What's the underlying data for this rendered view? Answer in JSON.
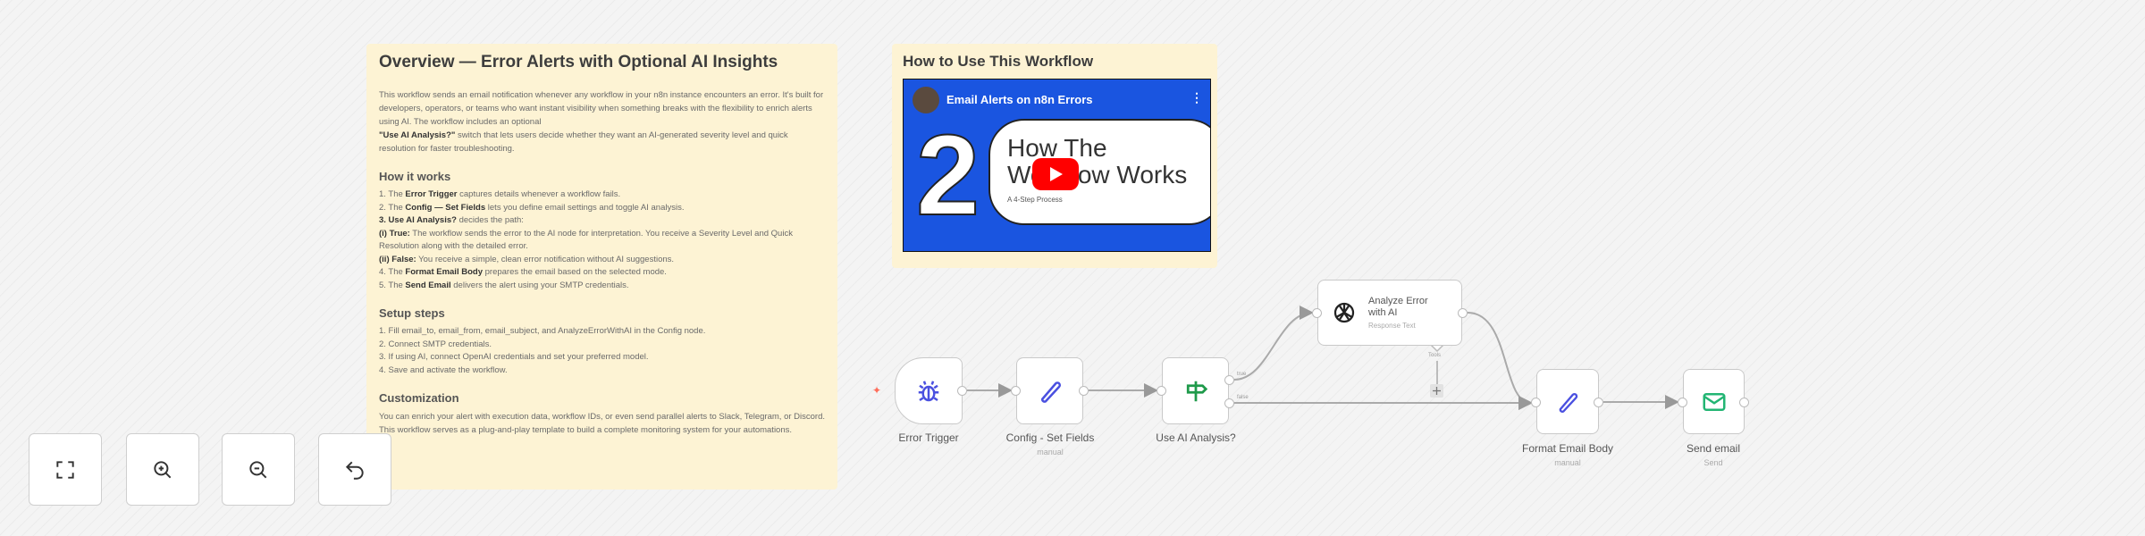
{
  "overview_note": {
    "title": "Overview — Error Alerts with Optional AI Insights",
    "intro": "This workflow sends an email notification whenever any workflow in your n8n instance encounters an error. It's built for developers, operators, or teams who want instant visibility when something breaks with the flexibility to enrich alerts using AI. The workflow includes an optional",
    "intro_bold": "\"Use AI Analysis?\"",
    "intro_end": " switch that lets users decide whether they want an AI-generated severity level and quick resolution for faster troubleshooting.",
    "how_title": "How it works",
    "how": [
      {
        "pre": "1. The ",
        "bold": "Error Trigger",
        "text": " captures details whenever a workflow fails."
      },
      {
        "pre": "2. The ",
        "bold": "Config — Set Fields",
        "text": " lets you define email settings and toggle AI analysis."
      },
      {
        "pre": "",
        "bold": "3. Use AI Analysis?",
        "text": " decides the path:"
      },
      {
        "pre": "",
        "bold": "(i) True:",
        "text": " The workflow sends the error to the AI node for interpretation. You receive a Severity Level and Quick Resolution along with the detailed error."
      },
      {
        "pre": "",
        "bold": "(ii) False:",
        "text": " You receive a simple, clean error notification without AI suggestions."
      },
      {
        "pre": "4. The ",
        "bold": "Format Email Body",
        "text": " prepares the email based on the selected mode."
      },
      {
        "pre": "5. The ",
        "bold": "Send Email",
        "text": " delivers the alert using your SMTP credentials."
      }
    ],
    "setup_title": "Setup steps",
    "setup": [
      "1. Fill email_to, email_from, email_subject, and AnalyzeErrorWithAI in the Config node.",
      "2. Connect SMTP credentials.",
      "3. If using AI, connect OpenAI credentials and set your preferred model.",
      "4. Save and activate the workflow."
    ],
    "custom_title": "Customization",
    "custom": "You can enrich your alert with execution data, workflow IDs, or even send parallel alerts to Slack, Telegram, or Discord. This workflow serves as a plug-and-play template to build a complete monitoring system for your automations."
  },
  "video_note": {
    "title": "How to Use This Workflow",
    "video_title": "Email Alerts on n8n Errors",
    "thumb_number": "2",
    "thumb_text": "How The Workflow Works",
    "thumb_sub": "A 4-Step Process"
  },
  "nodes": {
    "error_trigger": {
      "label": "Error Trigger"
    },
    "config": {
      "label": "Config - Set Fields",
      "sub": "manual"
    },
    "use_ai": {
      "label": "Use AI Analysis?",
      "out_true": "true",
      "out_false": "false"
    },
    "analyze": {
      "label": "Analyze Error with AI",
      "sub": "Response Text",
      "tools": "Tools"
    },
    "format": {
      "label": "Format Email Body",
      "sub": "manual"
    },
    "send": {
      "label": "Send email",
      "sub": "Send"
    }
  },
  "colors": {
    "set_icon": "#4a50e0",
    "if_icon": "#1f9a4a",
    "email_icon": "#22b573",
    "trigger_icon": "#4a50e0",
    "trigger_bolt": "#ff6d5a"
  },
  "controls": [
    "fit-view",
    "zoom-in",
    "zoom-out",
    "reset-zoom"
  ]
}
